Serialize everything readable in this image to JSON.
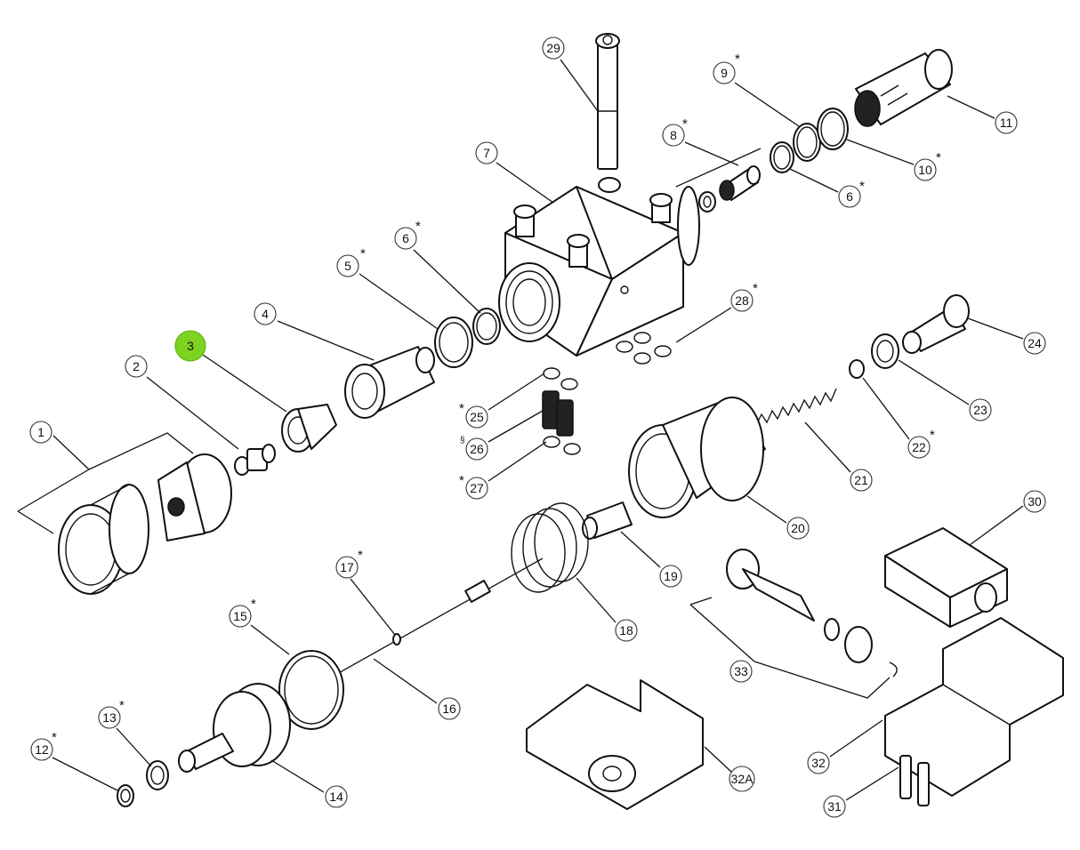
{
  "callouts": [
    {
      "id": "1",
      "star": ""
    },
    {
      "id": "2",
      "star": ""
    },
    {
      "id": "3",
      "star": "",
      "highlighted": true
    },
    {
      "id": "4",
      "star": ""
    },
    {
      "id": "5",
      "star": "*"
    },
    {
      "id": "6a",
      "label": "6",
      "star": "*"
    },
    {
      "id": "6b",
      "label": "6",
      "star": "*"
    },
    {
      "id": "7",
      "star": ""
    },
    {
      "id": "8",
      "star": "*"
    },
    {
      "id": "9",
      "star": "*"
    },
    {
      "id": "10",
      "star": "*"
    },
    {
      "id": "11",
      "star": ""
    },
    {
      "id": "12",
      "star": "*"
    },
    {
      "id": "13",
      "star": "*"
    },
    {
      "id": "14",
      "star": ""
    },
    {
      "id": "15",
      "star": "*"
    },
    {
      "id": "16",
      "star": ""
    },
    {
      "id": "17",
      "star": "*"
    },
    {
      "id": "18",
      "star": ""
    },
    {
      "id": "19",
      "star": ""
    },
    {
      "id": "20",
      "star": ""
    },
    {
      "id": "21",
      "star": ""
    },
    {
      "id": "22",
      "star": "*"
    },
    {
      "id": "23",
      "star": ""
    },
    {
      "id": "24",
      "star": ""
    },
    {
      "id": "25",
      "star": "*"
    },
    {
      "id": "26",
      "star": "§"
    },
    {
      "id": "27",
      "star": "*"
    },
    {
      "id": "28",
      "star": "*"
    },
    {
      "id": "29",
      "star": ""
    },
    {
      "id": "30",
      "star": ""
    },
    {
      "id": "31",
      "star": ""
    },
    {
      "id": "32",
      "star": ""
    },
    {
      "id": "32A",
      "star": ""
    },
    {
      "id": "33",
      "star": ""
    }
  ],
  "colors": {
    "highlight": "#7ed321",
    "line": "#111111"
  }
}
